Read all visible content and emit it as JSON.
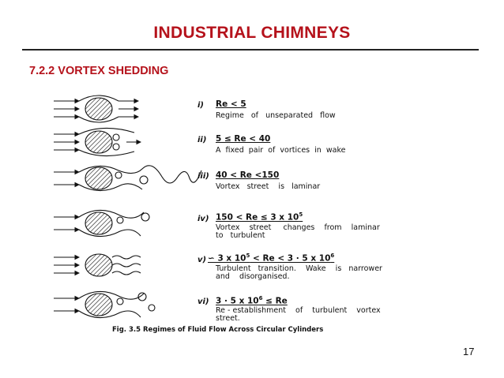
{
  "slide": {
    "title": "INDUSTRIAL CHIMNEYS",
    "subtitle": "7.2.2 VORTEX  SHEDDING",
    "page_number": "17"
  },
  "figure": {
    "caption": "Fig. 3.5 Regimes of Fluid Flow Across Circular Cylinders",
    "regimes": [
      {
        "num": "i)",
        "cond": "Re  <  5",
        "desc": [
          "Regime   of   unseparated   flow"
        ]
      },
      {
        "num": "ii)",
        "cond": "5  ≤  Re < 40",
        "desc": [
          "A  fixed  pair  of  vortices  in  wake"
        ]
      },
      {
        "num": "iii)",
        "cond": "40  <  Re <150",
        "desc": [
          "Vortex   street    is   laminar"
        ]
      },
      {
        "num": "iv)",
        "cond_a": "150  <  Re  ≤  3  x  10",
        "cond_exp": "5",
        "desc": [
          "Vortex    street     changes    from    laminar",
          "to   turbulent"
        ]
      },
      {
        "num": "v)",
        "cond_a": "∽ 3 x 10",
        "cond_exp1": "5",
        "cond_b": " < Re  < 3 · 5  x  10",
        "cond_exp2": "6",
        "desc": [
          "Turbulent   transition.    Wake    is   narrower",
          "and    disorganised."
        ]
      },
      {
        "num": "vi)",
        "cond_a": "3 · 5 x 10",
        "cond_exp": "6",
        "cond_b": " ≤  Re",
        "desc": [
          "Re - establishment    of    turbulent    vortex",
          "street."
        ]
      }
    ]
  }
}
